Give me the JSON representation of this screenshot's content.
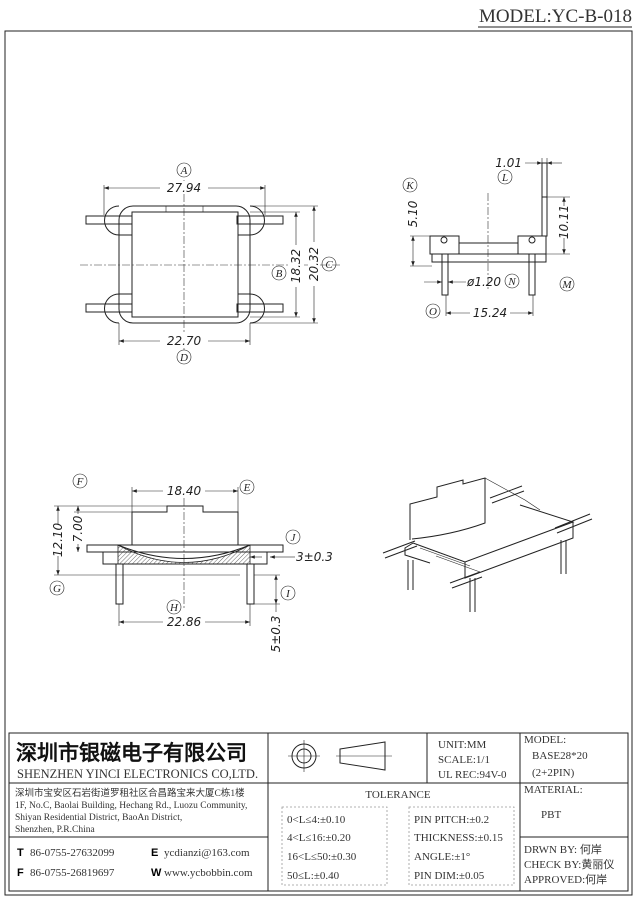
{
  "title": "MODEL:YC-B-018",
  "top_view": {
    "dim_width": "27.94",
    "dim_inner": "22.70",
    "dim_b": "18.32",
    "dim_c": "20.32",
    "labels": [
      "A",
      "B",
      "C",
      "D"
    ]
  },
  "side_view": {
    "dim_thick": "1.01",
    "dim_height": "10.11",
    "dim_k": "5.10",
    "dim_pin": "ø1.20",
    "dim_pitch": "15.24",
    "labels": [
      "K",
      "L",
      "M",
      "N",
      "O"
    ]
  },
  "front_view": {
    "dim_top": "18.40",
    "dim_total": "12.10",
    "dim_f": "7.00",
    "dim_j": "3±0.3",
    "dim_pin_len": "5±0.3",
    "dim_pins": "22.86",
    "labels": [
      "E",
      "F",
      "G",
      "H",
      "I",
      "J"
    ]
  },
  "title_block": {
    "company_cn": "深圳市银磁电子有限公司",
    "company_en": "SHENZHEN YINCI ELECTRONICS CO,LTD.",
    "address": [
      "深圳市宝安区石岩街道罗租社区合昌路宝来大厦C栋1楼",
      "1F, No.C, Baolai Building, Hechang Rd., Luozu Community,",
      "Shiyan Residential District, BaoAn District,",
      "Shenzhen, P.R.China"
    ],
    "tel_label": "T",
    "tel": "86-0755-27632099",
    "fax_label": "F",
    "fax": "86-0755-26819697",
    "email_label": "E",
    "email": "ycdianzi@163.com",
    "web_label": "W",
    "web": "www.ycbobbin.com",
    "unit": "UNIT:MM",
    "scale": "SCALE:1/1",
    "ul": "UL REC:94V-0",
    "model_label": "MODEL:",
    "model_1": "BASE28*20",
    "model_2": "(2+2PIN)",
    "tolerance_title": "TOLERANCE",
    "tol_left": [
      "0<L≤4:±0.10",
      "4<L≤16:±0.20",
      "16<L≤50:±0.30",
      "50≤L:±0.40"
    ],
    "tol_right": [
      "PIN PITCH:±0.2",
      "THICKNESS:±0.15",
      "ANGLE:±1°",
      "PIN DIM:±0.05"
    ],
    "material_label": "MATERIAL:",
    "material": "PBT",
    "drawn": "DRWN BY: 何岸",
    "check": "CHECK BY:黄丽仪",
    "approved": "APPROVED:何岸"
  }
}
